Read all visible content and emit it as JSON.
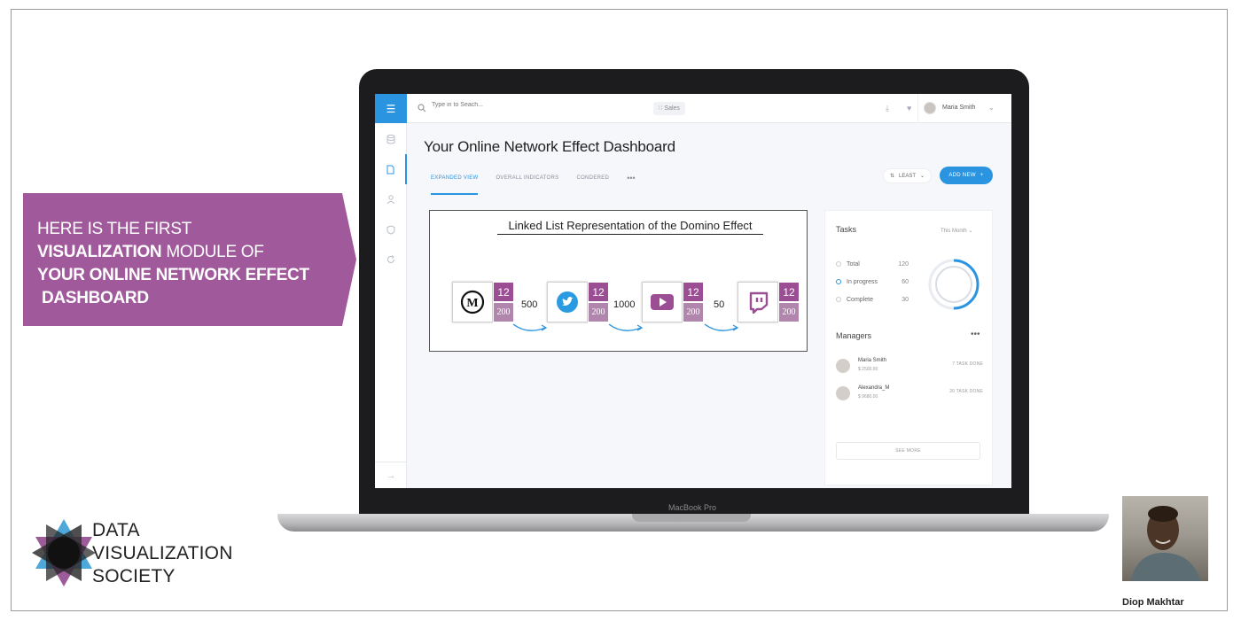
{
  "callout": {
    "line1": "HERE IS THE FIRST",
    "line2_bold": "VISUALIZATION",
    "line2_rest": " MODULE OF",
    "line3": "YOUR ONLINE NETWORK EFFECT",
    "line4": " DASHBOARD",
    "color": "#a05a9b"
  },
  "logo": {
    "line1": "DATA",
    "line2": "VISUALIZATION",
    "line3": "SOCIETY"
  },
  "presenter": {
    "name": "Diop Makhtar"
  },
  "laptop": {
    "model": "MacBook Pro"
  },
  "app": {
    "search_placeholder": "Type in to Seach...",
    "sales_label": "Sales",
    "user_name": "Maria Smith",
    "title": "Your Online Network Effect Dashboard",
    "tabs": [
      "EXPANDED VIEW",
      "OVERALL INDICATORS",
      "CONDERED"
    ],
    "tab_more": "•••",
    "least_label": "LEAST",
    "add_label": "ADD NEW"
  },
  "viz": {
    "title": "Linked List Representation of the Domino Effect",
    "nodes": [
      {
        "icon": "medium-icon",
        "top": "12",
        "bottom": "200"
      },
      {
        "icon": "twitter-icon",
        "top": "12",
        "bottom": "200"
      },
      {
        "icon": "youtube-icon",
        "top": "12",
        "bottom": "200"
      },
      {
        "icon": "twitch-icon",
        "top": "12",
        "bottom": "200"
      }
    ],
    "links": [
      "500",
      "1000",
      "50"
    ],
    "colors": {
      "node_top": "#9b4e94",
      "node_bottom": "#b086ac",
      "arrow": "#2a94e0"
    }
  },
  "tasks": {
    "title": "Tasks",
    "period": "This Month",
    "rows": [
      {
        "label": "Total",
        "value": "120"
      },
      {
        "label": "In progress",
        "value": "60"
      },
      {
        "label": "Complete",
        "value": "30"
      }
    ],
    "progress_fraction": 0.5
  },
  "managers": {
    "title": "Managers",
    "more": "•••",
    "rows": [
      {
        "name": "Maria Smith",
        "amount": "$ 2500.00",
        "done": "7 TASK DONE"
      },
      {
        "name": "Alexandra_M",
        "amount": "$ 9680.00",
        "done": "20 TASK DONE"
      }
    ],
    "see_more": "SEE MORE"
  }
}
